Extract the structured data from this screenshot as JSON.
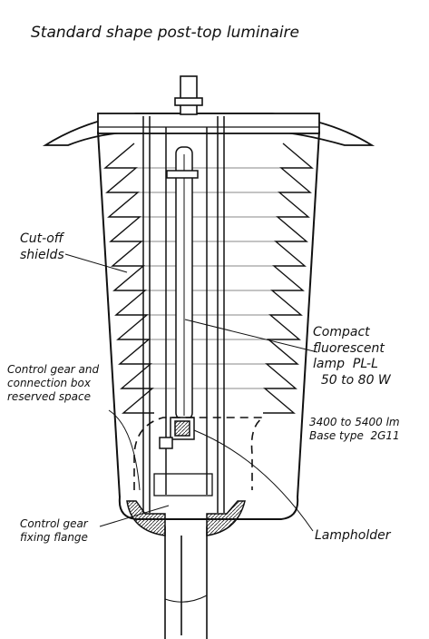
{
  "title": "Standard shape post-top luminaire",
  "labels": {
    "cutoff": "Cut-off\nshields",
    "lamp": "Compact\nfluorescent\nlamp  PL-L\n  50 to 80 W",
    "lamp_specs": "3400 to 5400 lm\nBase type  2G11",
    "gear_space": "Control gear and\nconnection box\nreserved space",
    "flange": "Control gear\nfixing flange",
    "lampholder": "Lampholder"
  }
}
